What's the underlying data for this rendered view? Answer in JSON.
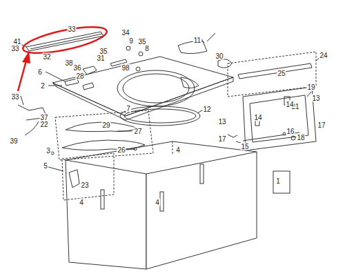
{
  "diagram": {
    "labels": [
      "41",
      "33",
      "33",
      "32",
      "34",
      "9",
      "35",
      "35",
      "8",
      "11",
      "31",
      "38",
      "36",
      "28",
      "6",
      "98",
      "30",
      "24",
      "25",
      "2",
      "7",
      "12",
      "19",
      "13",
      "21",
      "14",
      "14",
      "33",
      "37",
      "22",
      "39",
      "29",
      "27",
      "13",
      "16",
      "17",
      "17",
      "15",
      "18",
      "3",
      "26",
      "4",
      "5",
      "23",
      "4",
      "4",
      "1"
    ]
  }
}
